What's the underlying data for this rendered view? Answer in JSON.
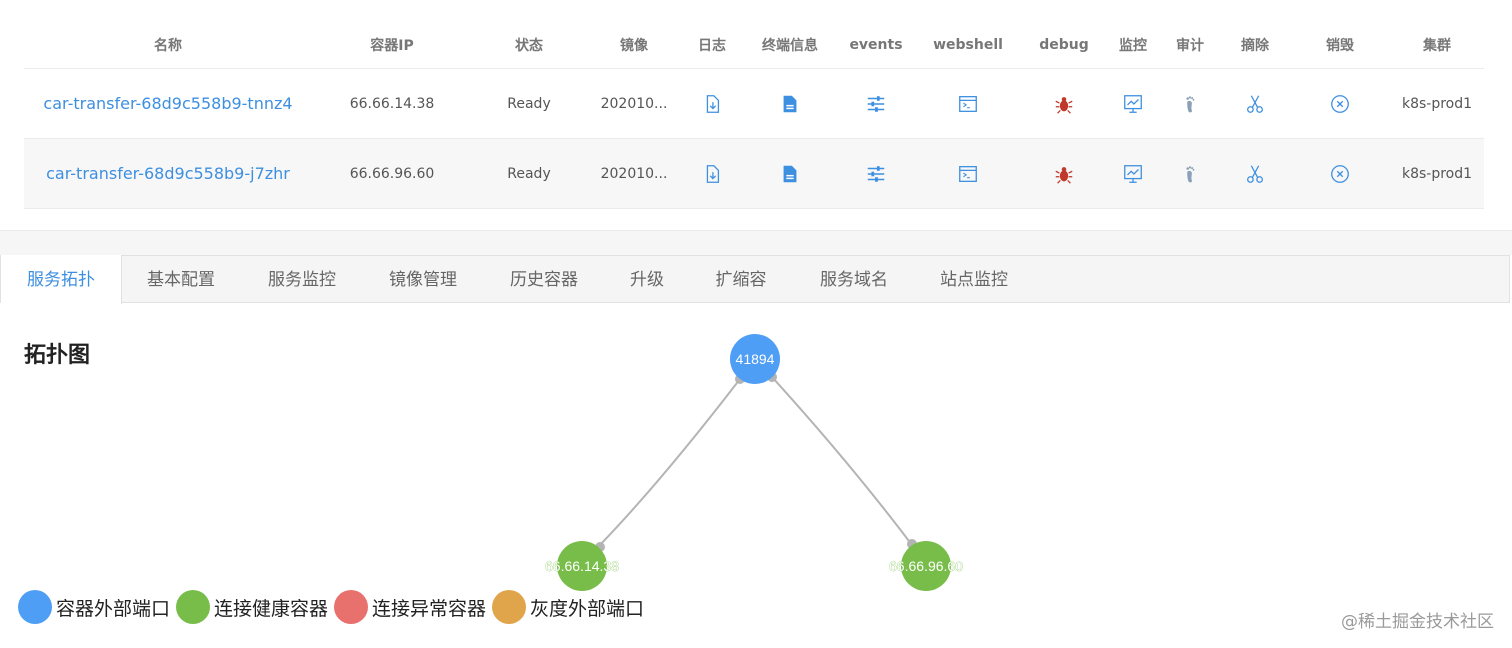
{
  "table": {
    "headers": [
      "名称",
      "容器IP",
      "状态",
      "镜像",
      "日志",
      "终端信息",
      "events",
      "webshell",
      "debug",
      "监控",
      "审计",
      "摘除",
      "销毁",
      "集群"
    ],
    "rows": [
      {
        "name": "car-transfer-68d9c558b9-tnnz4",
        "ip": "66.66.14.38",
        "status": "Ready",
        "image": "202010...",
        "cluster": "k8s-prod1"
      },
      {
        "name": "car-transfer-68d9c558b9-j7zhr",
        "ip": "66.66.96.60",
        "status": "Ready",
        "image": "202010...",
        "cluster": "k8s-prod1"
      }
    ],
    "action_icons": [
      "log-download-icon",
      "document-icon",
      "sliders-icon",
      "terminal-window-icon",
      "bug-icon",
      "monitor-chart-icon",
      "footprint-icon",
      "scissors-icon",
      "close-circle-icon"
    ]
  },
  "tabs": [
    "服务拓扑",
    "基本配置",
    "服务监控",
    "镜像管理",
    "历史容器",
    "升级",
    "扩缩容",
    "服务域名",
    "站点监控"
  ],
  "topology": {
    "title": "拓扑图",
    "root": {
      "label": "41894",
      "color": "#4f9ef5"
    },
    "children": [
      {
        "label": "66.66.14.38",
        "color": "#78bd4a"
      },
      {
        "label": "66.66.96.60",
        "color": "#78bd4a"
      }
    ]
  },
  "legend": [
    {
      "label": "容器外部端口",
      "color": "#4f9ef5"
    },
    {
      "label": "连接健康容器",
      "color": "#78bd4a"
    },
    {
      "label": "连接异常容器",
      "color": "#e8706d"
    },
    {
      "label": "灰度外部端口",
      "color": "#e0a44a"
    }
  ],
  "watermark": "@稀土掘金技术社区",
  "colors": {
    "accent": "#3d8fe0",
    "icon_blue": "#3d8fe0",
    "bug_red": "#c0392b"
  }
}
